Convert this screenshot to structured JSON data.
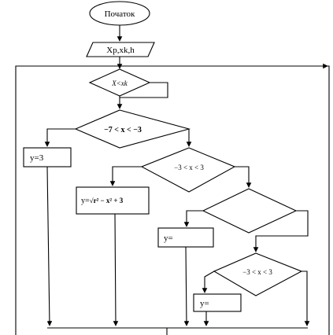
{
  "flowchart": {
    "start": {
      "label": "Початок"
    },
    "input": {
      "label": "Xp,xk,h"
    },
    "loop_condition": {
      "label": "X<xk"
    },
    "condition_1": {
      "label": "−7 < x < −3"
    },
    "assign_1": {
      "label": "y=3"
    },
    "condition_2": {
      "label": "−3 < x < 3"
    },
    "assign_2": {
      "label": "y=",
      "formula": "√r² − x² + 3"
    },
    "condition_3": {
      "label": ""
    },
    "assign_3": {
      "label": "y="
    },
    "condition_4": {
      "label": "−3 < x < 3"
    },
    "assign_4": {
      "label": "y="
    }
  }
}
